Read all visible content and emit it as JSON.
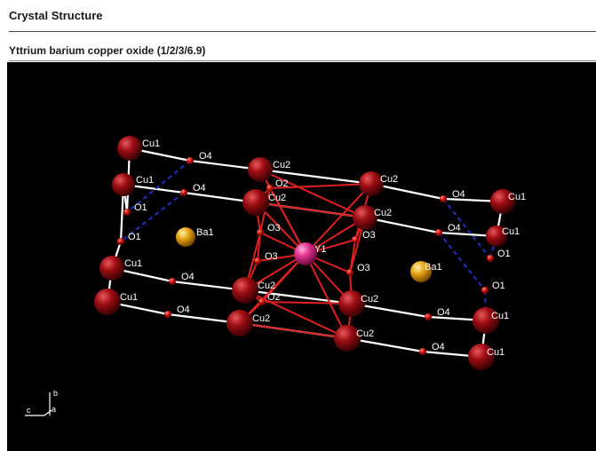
{
  "header": {
    "title": "Crystal Structure"
  },
  "structure": {
    "name": "Yttrium barium copper oxide (1/2/3/6.9)"
  },
  "colors": {
    "background": "#000000",
    "copper": "#9a0c12",
    "oxygen": "#d0100c",
    "barium": "#e8a414",
    "yttrium": "#e0308c",
    "bond_white": "#ffffff",
    "bond_red": "#e02020",
    "bond_dashed": "#2030c0"
  },
  "atoms": [
    {
      "label": "Cu1",
      "element": "copper"
    },
    {
      "label": "Cu1",
      "element": "copper"
    },
    {
      "label": "Cu1",
      "element": "copper"
    },
    {
      "label": "Cu1",
      "element": "copper"
    },
    {
      "label": "Cu1",
      "element": "copper"
    },
    {
      "label": "Cu1",
      "element": "copper"
    },
    {
      "label": "Cu1",
      "element": "copper"
    },
    {
      "label": "Cu1",
      "element": "copper"
    },
    {
      "label": "Cu2",
      "element": "copper"
    },
    {
      "label": "Cu2",
      "element": "copper"
    },
    {
      "label": "Cu2",
      "element": "copper"
    },
    {
      "label": "Cu2",
      "element": "copper"
    },
    {
      "label": "Cu2",
      "element": "copper"
    },
    {
      "label": "Cu2",
      "element": "copper"
    },
    {
      "label": "Cu2",
      "element": "copper"
    },
    {
      "label": "Cu2",
      "element": "copper"
    },
    {
      "label": "O1",
      "element": "oxygen"
    },
    {
      "label": "O1",
      "element": "oxygen"
    },
    {
      "label": "O1",
      "element": "oxygen"
    },
    {
      "label": "O1",
      "element": "oxygen"
    },
    {
      "label": "O2",
      "element": "oxygen"
    },
    {
      "label": "O2",
      "element": "oxygen"
    },
    {
      "label": "O3",
      "element": "oxygen"
    },
    {
      "label": "O3",
      "element": "oxygen"
    },
    {
      "label": "O3",
      "element": "oxygen"
    },
    {
      "label": "O3",
      "element": "oxygen"
    },
    {
      "label": "O4",
      "element": "oxygen"
    },
    {
      "label": "O4",
      "element": "oxygen"
    },
    {
      "label": "O4",
      "element": "oxygen"
    },
    {
      "label": "O4",
      "element": "oxygen"
    },
    {
      "label": "O4",
      "element": "oxygen"
    },
    {
      "label": "O4",
      "element": "oxygen"
    },
    {
      "label": "O4",
      "element": "oxygen"
    },
    {
      "label": "O4",
      "element": "oxygen"
    },
    {
      "label": "Ba1",
      "element": "barium"
    },
    {
      "label": "Ba1",
      "element": "barium"
    },
    {
      "label": "Y1",
      "element": "yttrium"
    }
  ],
  "axes": {
    "a": "a",
    "b": "b",
    "c": "c"
  }
}
